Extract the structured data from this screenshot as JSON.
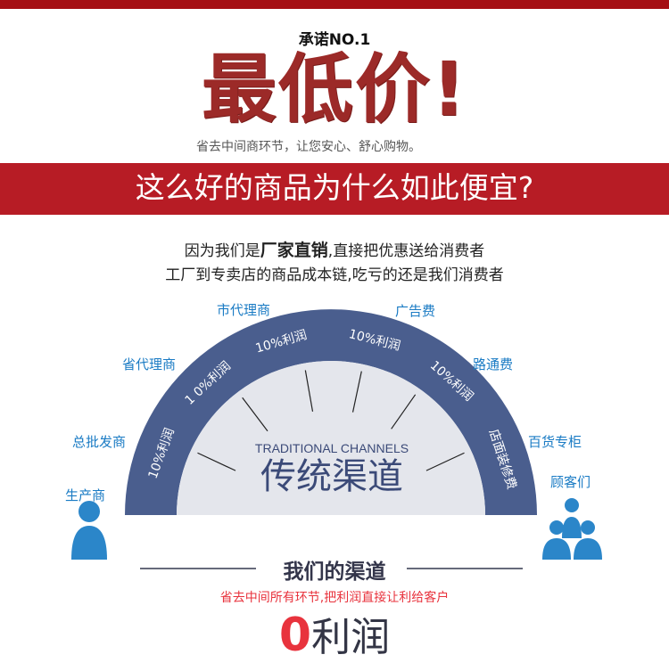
{
  "header": {
    "promise": "承诺NO.1",
    "headline": "最低价!",
    "subtitle": "省去中间商环节，让您安心、舒心购物。",
    "question": "这么好的商品为什么如此便宜?"
  },
  "explanation": {
    "line1_pre": "因为我们是",
    "line1_bold": "厂家直销",
    "line1_post": ",直接把优惠送给消费者",
    "line2": "工厂到专卖店的商品成本链,吃亏的还是我们消费者"
  },
  "traditional": {
    "title_en": "TRADITIONAL CHANNELS",
    "title_cn": "传统渠道",
    "band_labels": [
      "10%利润",
      "1 0%利润",
      "10%利润",
      "10%利润",
      "10%利润",
      "店面装修费"
    ],
    "outer_labels": [
      "生产商",
      "总批发商",
      "省代理商",
      "市代理商",
      "广告费",
      "路通费",
      "百货专柜",
      "顾客们"
    ],
    "colors": {
      "band": "#4a5e8e",
      "inner": "#e4e6ec",
      "label": "#1a7bc4"
    }
  },
  "ours": {
    "title": "我们的渠道",
    "subtitle": "省去中间所有环节,把利润直接让利给客户",
    "zero": "0",
    "profit": "利润"
  }
}
